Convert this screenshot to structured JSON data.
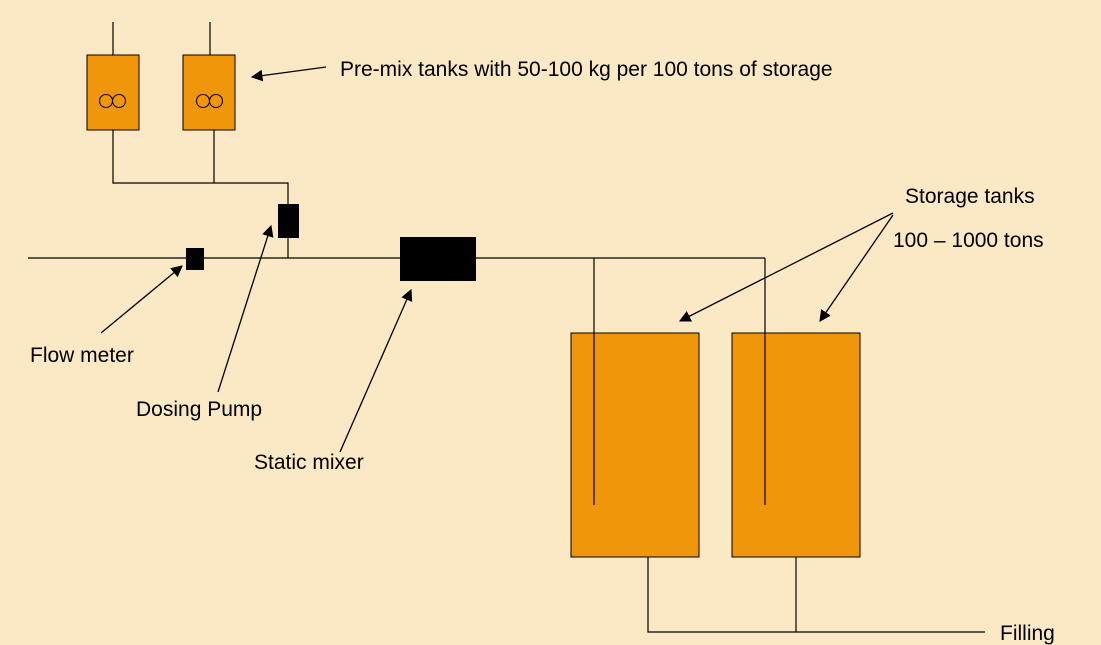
{
  "colors": {
    "background": "#fbe8c4",
    "tank_fill": "#f0960a",
    "line": "#000000",
    "device": "#000000"
  },
  "labels": {
    "premix": "Pre-mix tanks with 50-100 kg per 100 tons of storage",
    "storage_title": "Storage tanks",
    "storage_capacity": "100 – 1000 tons",
    "flow_meter": "Flow meter",
    "dosing_pump": "Dosing Pump",
    "static_mixer": "Static mixer",
    "filling": "Filling"
  },
  "icons": {
    "agitator": "agitator-impeller-icon"
  }
}
